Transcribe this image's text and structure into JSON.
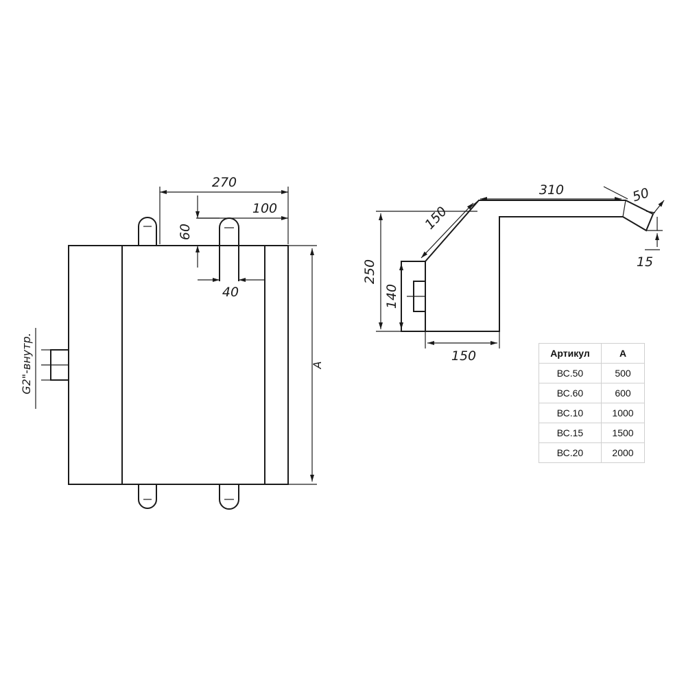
{
  "front_view": {
    "dim_width": "270",
    "dim_offset": "100",
    "dim_lug_height": "60",
    "dim_lug_width": "40",
    "dim_length": "A",
    "thread_label": "G2\"-внутр."
  },
  "side_view": {
    "dim_top": "310",
    "dim_tip": "50",
    "dim_slope": "150",
    "dim_height_total": "250",
    "dim_height_box": "140",
    "dim_depth": "150",
    "dim_drop": "15"
  },
  "table": {
    "headers": [
      "Артикул",
      "A"
    ],
    "rows": [
      {
        "article": "ВС.50",
        "a": "500"
      },
      {
        "article": "ВС.60",
        "a": "600"
      },
      {
        "article": "ВС.10",
        "a": "1000"
      },
      {
        "article": "ВС.15",
        "a": "1500"
      },
      {
        "article": "ВС.20",
        "a": "2000"
      }
    ]
  }
}
